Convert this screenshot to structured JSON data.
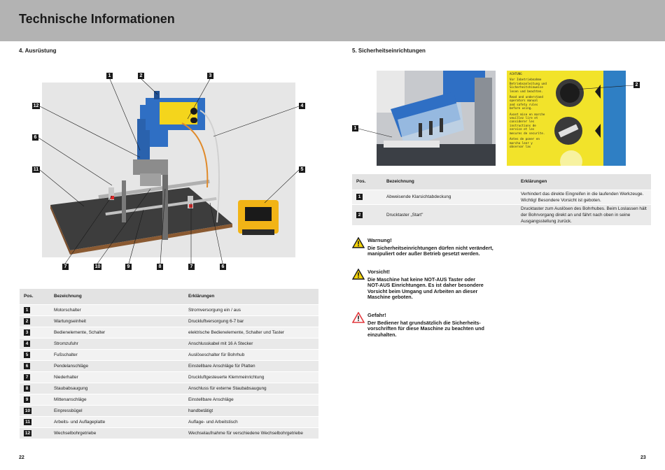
{
  "header": {
    "title": "Technische Informationen"
  },
  "left": {
    "section_title": "4.  Ausrüstung",
    "figure_callouts": [
      "1",
      "2",
      "3",
      "4",
      "12",
      "6",
      "11",
      "5",
      "7",
      "10",
      "9",
      "8",
      "7",
      "6"
    ],
    "table": {
      "headers": [
        "Pos.",
        "Bezeichnung",
        "Erklärungen"
      ],
      "rows": [
        {
          "pos": "1",
          "name": "Motorschalter",
          "desc": "Stromversorgung ein / aus"
        },
        {
          "pos": "2",
          "name": "Wartungseinheit",
          "desc": "Druckluftversorgung 6-7 bar"
        },
        {
          "pos": "3",
          "name": "Bedienelemente, Schalter",
          "desc": "elektrische Bedienelemente, Schalter und Taster"
        },
        {
          "pos": "4",
          "name": "Stromzufuhr",
          "desc": "Anschlusskabel mit 16 A Stecker"
        },
        {
          "pos": "5",
          "name": "Fußschalter",
          "desc": "Auslöseschalter für Bohrhub"
        },
        {
          "pos": "6",
          "name": "Pendelanschläge",
          "desc": "Einstellbare Anschläge für Platten"
        },
        {
          "pos": "7",
          "name": "Niederhalter",
          "desc": "Druckluftgesteuerte Klemmeinrichtung"
        },
        {
          "pos": "8",
          "name": "Staubabsaugung",
          "desc": "Anschluss für externe Staubabsaugung"
        },
        {
          "pos": "9",
          "name": "Mittenanschläge",
          "desc": "Einstellbare Anschläge"
        },
        {
          "pos": "10",
          "name": "Einpressbügel",
          "desc": "handbetätigt"
        },
        {
          "pos": "11",
          "name": "Arbeits- und Auflageplatte",
          "desc": "Auflage- und Arbeitstisch"
        },
        {
          "pos": "12",
          "name": "Wechselbohrgetriebe",
          "desc": "Wechselaufnahme für verschiedene Wechselbohrgetriebe"
        }
      ]
    },
    "page_number": "22"
  },
  "right": {
    "section_title": "5.  Sicherheitseinrichtungen",
    "photo_callouts": [
      "1",
      "2"
    ],
    "sticker_text": [
      "ACHTUNG",
      "Vor Inbetriebnahme",
      "Betriebsanleitung und",
      "Sicherheitshinweise",
      "lesen und beachten.",
      "Read and understand",
      "operators manual",
      "and safety rules",
      "before using.",
      "Avant mise en marche",
      "veuillez lire et",
      "considerer les",
      "instructions de",
      "service et les",
      "mesures de securite.",
      "Antes de poner en",
      "marcha leer y",
      "observar las"
    ],
    "table": {
      "headers": [
        "Pos.",
        "Bezeichnung",
        "Erklärungen"
      ],
      "rows": [
        {
          "pos": "1",
          "name": "Abweisende Klarsichtabdeckung",
          "desc": [
            "Verhindert das direkte Eingreifen in die laufenden Werkzeuge.",
            "Wichtig! Besondere Vorsicht ist geboten."
          ]
        },
        {
          "pos": "2",
          "name": "Drucktaster „Start\"",
          "desc": [
            "Drucktaster zum Auslösen des Bohrhubes. Beim Loslassen hält",
            "der Bohrvorgang direkt an und fährt nach oben in seine",
            "Ausgangsstellung zurück."
          ]
        }
      ]
    },
    "warnings": [
      {
        "level": "Warnung!",
        "text": [
          "Die Sicherheitseinrichtungen dürfen nicht verändert,",
          "manipuliert oder außer Betrieb gesetzt werden."
        ],
        "color": "#f5d40a"
      },
      {
        "level": "Vorsicht!",
        "text": [
          "Die Maschine hat keine NOT-AUS Taster oder",
          "NOT-AUS Einrichtungen. Es ist daher besondere",
          "Vorsicht beim Umgang und Arbeiten an dieser",
          "Maschine geboten."
        ],
        "color": "#f5d40a"
      },
      {
        "level": "Gefahr!",
        "text": [
          "Der Bediener hat grundsätzlich die Sicherheits-",
          "vorschriften für diese Maschine zu beachten und",
          "einzuhalten."
        ],
        "color": "#e2393e"
      }
    ],
    "page_number": "23"
  },
  "colors": {
    "header_bg": "#b3b3b3",
    "machine_blue": "#2f6fc4",
    "machine_yellow": "#f4d51c",
    "table_head": "#e3e3e3"
  },
  "icons": {
    "warning": "warning-triangle-icon",
    "danger": "danger-triangle-icon"
  }
}
